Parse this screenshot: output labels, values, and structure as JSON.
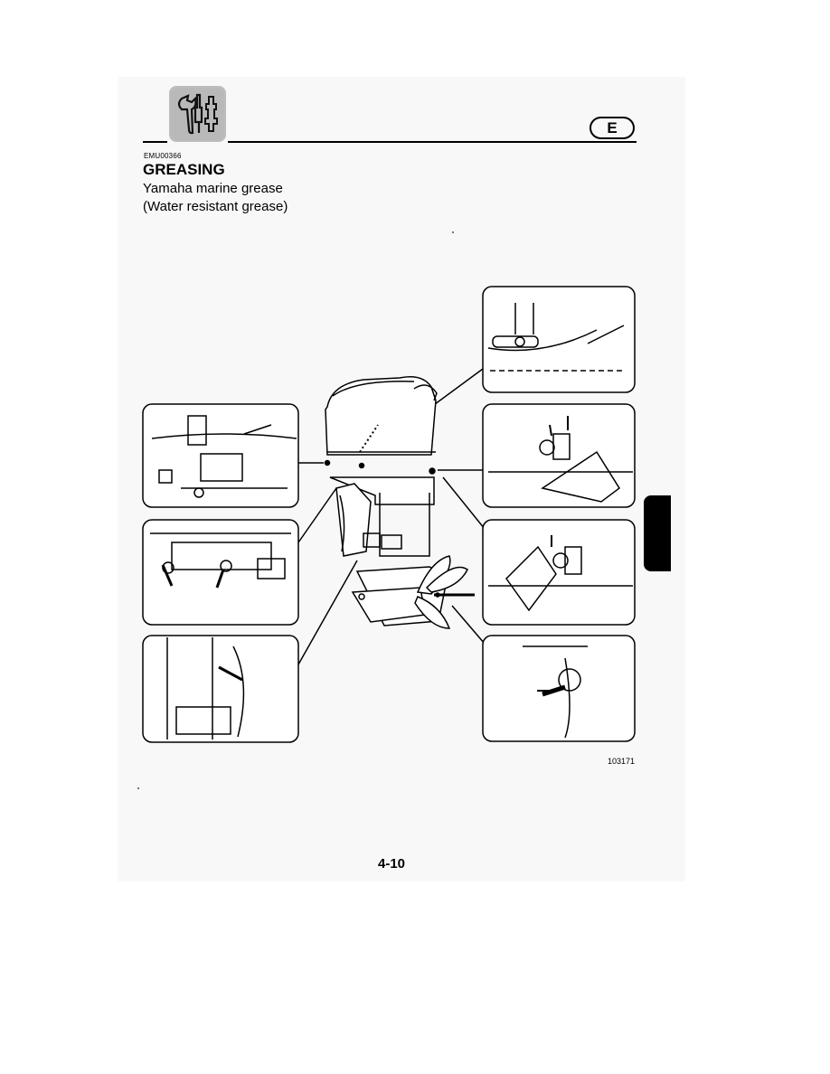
{
  "header": {
    "language_badge": "E",
    "section_icon": "maintenance-tools-icon"
  },
  "content": {
    "doc_code": "EMU00366",
    "title": "GREASING",
    "line1": "Yamaha marine grease",
    "line2": "(Water resistant grease)"
  },
  "figure": {
    "id": "103171"
  },
  "footer": {
    "page_number": "4-10"
  }
}
